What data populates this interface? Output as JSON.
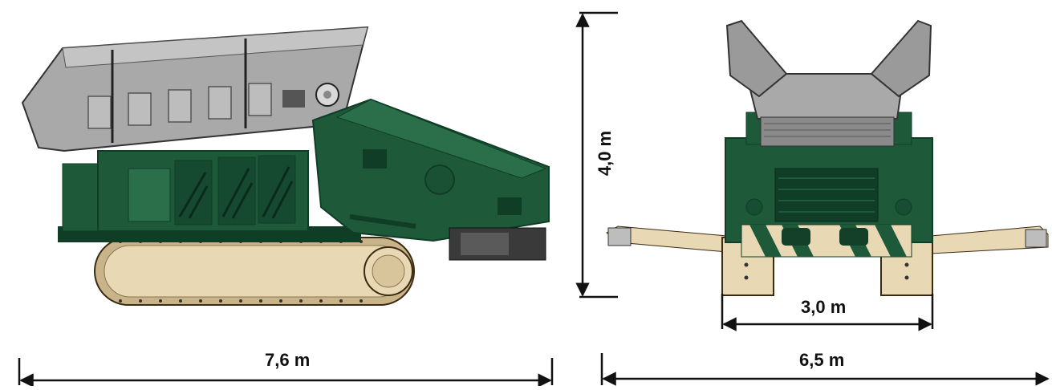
{
  "colors": {
    "body_green": "#1e5a3a",
    "body_green_dark": "#0f3d26",
    "hopper_grey": "#a9a9a9",
    "hopper_grey_dark": "#7c7c7c",
    "track_beige": "#e8d8b4",
    "track_beige_dark": "#c9b48a",
    "dimension_line": "#111111"
  },
  "dimensions": {
    "side_length": "7,6 m",
    "height": "4,0 m",
    "track_width": "3,0 m",
    "total_width": "6,5 m"
  }
}
